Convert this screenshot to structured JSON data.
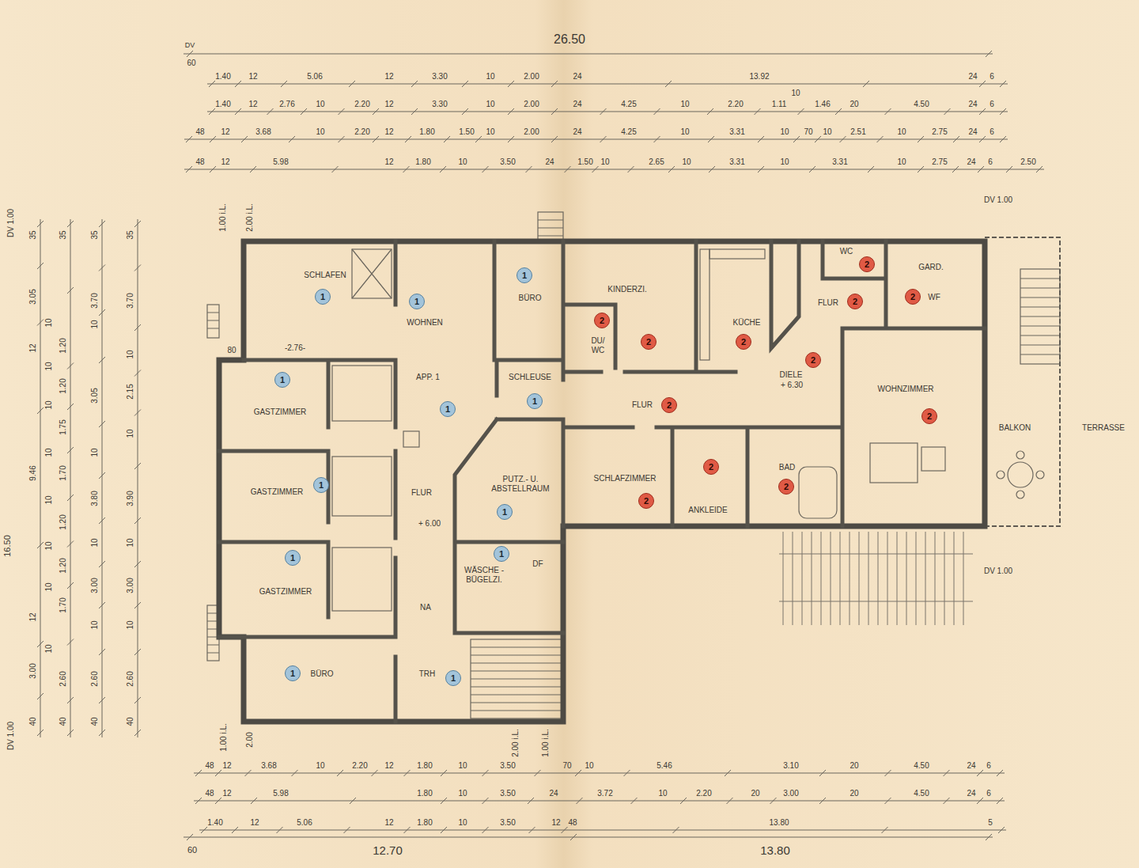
{
  "diagram": {
    "nodes": [
      {
        "text": [
          "1"
        ]
      },
      {
        "text": [
          "1"
        ]
      },
      {
        "text": [
          "1"
        ]
      },
      {
        "text": [
          "1"
        ]
      },
      {
        "text": [
          "1"
        ]
      },
      {
        "text": [
          "1"
        ]
      },
      {
        "text": [
          "1"
        ]
      },
      {
        "text": [
          "1"
        ]
      },
      {
        "text": [
          "1"
        ]
      },
      {
        "text": [
          "1"
        ]
      },
      {
        "text": [
          "1"
        ]
      },
      {
        "text": [
          "1"
        ]
      },
      {
        "text": [
          "2"
        ]
      },
      {
        "text": [
          "2"
        ]
      },
      {
        "text": [
          "2"
        ]
      },
      {
        "text": [
          "2"
        ]
      },
      {
        "text": [
          "2"
        ]
      },
      {
        "text": [
          "2"
        ]
      },
      {
        "text": [
          "2"
        ]
      },
      {
        "text": [
          "2"
        ]
      },
      {
        "text": [
          "2"
        ]
      },
      {
        "text": [
          "2"
        ]
      },
      {
        "text": [
          "2"
        ]
      },
      {
        "text": [
          "2"
        ]
      }
    ],
    "labels": [
      "26.50",
      "DV",
      "60",
      "1.40",
      "12",
      "5.06",
      "12",
      "3.30",
      "10",
      "2.00",
      "24",
      "13.92",
      "24",
      "6",
      "10",
      "1.40",
      "12",
      "2.76",
      "10",
      "2.20",
      "12",
      "3.30",
      "10",
      "2.00",
      "24",
      "4.25",
      "10",
      "2.20",
      "1.11",
      "1.46",
      "20",
      "4.50",
      "24",
      "6",
      "48",
      "12",
      "3.68",
      "10",
      "2.20",
      "12",
      "1.80",
      "1.50",
      "10",
      "2.00",
      "24",
      "4.25",
      "10",
      "3.31",
      "10",
      "70",
      "10",
      "2.51",
      "10",
      "2.75",
      "24",
      "6",
      "48",
      "12",
      "5.98",
      "12",
      "1.80",
      "10",
      "3.50",
      "24",
      "1.50",
      "10",
      "2.65",
      "10",
      "3.31",
      "10",
      "3.31",
      "10",
      "2.75",
      "24",
      "6",
      "2.50",
      "DV 1.00",
      "DV 1.00",
      "35",
      "3.05",
      "12",
      "9.46",
      "12",
      "3.00",
      "40",
      "16.50",
      "10",
      "10",
      "10",
      "10",
      "10",
      "10",
      "10",
      "10",
      "35",
      "1.20",
      "1.20",
      "1.75",
      "1.70",
      "1.20",
      "1.20",
      "1.70",
      "2.60",
      "40",
      "35",
      "3.70",
      "10",
      "3.05",
      "10",
      "3.80",
      "10",
      "3.00",
      "10",
      "2.60",
      "40",
      "35",
      "3.70",
      "10",
      "2.15",
      "10",
      "3.90",
      "10",
      "3.00",
      "10",
      "2.60",
      "40",
      "DV 1.00",
      "48",
      "12",
      "3.68",
      "10",
      "2.20",
      "12",
      "1.80",
      "10",
      "3.50",
      "70",
      "10",
      "5.46",
      "3.10",
      "20",
      "4.50",
      "24",
      "6",
      "48",
      "12",
      "5.98",
      "1.80",
      "10",
      "3.50",
      "24",
      "3.72",
      "10",
      "2.20",
      "20",
      "3.00",
      "20",
      "4.50",
      "24",
      "6",
      "1.40",
      "12",
      "5.06",
      "12",
      "1.80",
      "10",
      "3.50",
      "12",
      "48",
      "13.80",
      "5",
      "60",
      "12.70",
      "13.80",
      "1.00 i.L.",
      "2.00 i.L.",
      "-2.76-",
      "80",
      "1.00 i.L.",
      "2.00",
      "2.00 i.L.",
      "1.00 i.L.",
      "+ 6.00",
      "+ 6.30",
      "NA",
      "DF",
      "DV 1.00",
      "SCHLAFEN",
      "WOHNEN",
      "BÜRO",
      "APP. 1",
      "SCHLEUSE",
      "GASTZIMMER",
      "GASTZIMMER",
      "GASTZIMMER",
      "FLUR",
      "PUTZ.- U. ABSTELLRAUM",
      "WÄSCHE - BÜGELZI.",
      "BÜRO",
      "TRH",
      "KINDERZI.",
      "DU/ WC",
      "KÜCHE",
      "DIELE",
      "FLUR",
      "SCHLAFZIMMER",
      "ANKLEIDE",
      "BAD",
      "WOHNZIMMER",
      "FLUR",
      "WC",
      "GARD.",
      "WF",
      "BALKON",
      "TERRASSE"
    ]
  }
}
